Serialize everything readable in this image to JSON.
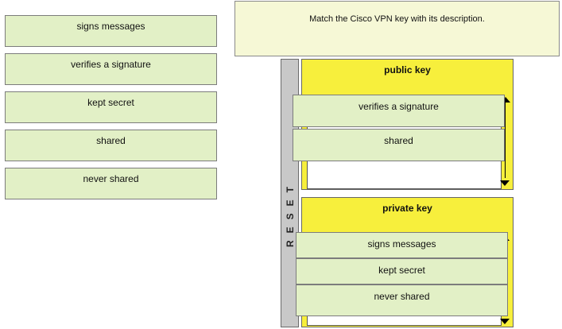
{
  "instruction": "Match the Cisco VPN key with its description.",
  "sources": [
    "signs messages",
    "verifies a signature",
    "kept secret",
    "shared",
    "never shared"
  ],
  "reset_label": "RESET",
  "zones": {
    "public": {
      "title": "public key",
      "items": [
        "verifies a signature",
        "shared"
      ]
    },
    "private": {
      "title": "private key",
      "items": [
        "signs messages",
        "kept secret",
        "never shared"
      ]
    }
  }
}
